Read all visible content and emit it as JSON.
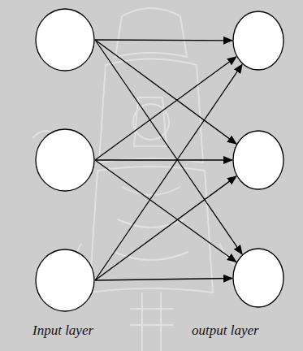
{
  "diagram": {
    "nodes": [
      {
        "text": []
      },
      {
        "text": []
      },
      {
        "text": []
      },
      {
        "text": []
      },
      {
        "text": []
      },
      {
        "text": []
      }
    ],
    "edges": [
      {
        "from": 0,
        "to": 3,
        "arrow": "to"
      },
      {
        "from": 0,
        "to": 4,
        "arrow": "to"
      },
      {
        "from": 0,
        "to": 5,
        "arrow": "to"
      },
      {
        "from": 1,
        "to": 3,
        "arrow": "to"
      },
      {
        "from": 1,
        "to": 4,
        "arrow": "to"
      },
      {
        "from": 1,
        "to": 5,
        "arrow": "to"
      },
      {
        "from": 2,
        "to": 3,
        "arrow": "to"
      },
      {
        "from": 2,
        "to": 4,
        "arrow": "to"
      },
      {
        "from": 2,
        "to": 5,
        "arrow": "to"
      }
    ],
    "labels": [
      "Input layer",
      "output layer"
    ]
  }
}
